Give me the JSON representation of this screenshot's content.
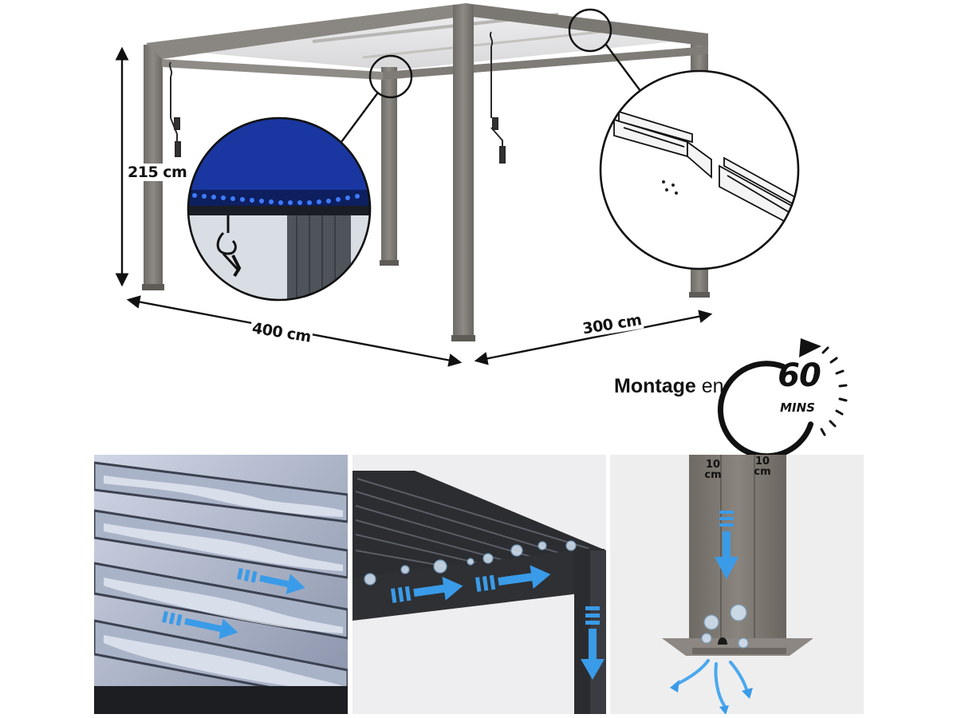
{
  "dimensions": {
    "height": "215 cm",
    "width": "400 cm",
    "depth": "300 cm"
  },
  "assembly": {
    "label_bold": "Montage",
    "label_rest": " en",
    "minutes": "60",
    "unit": "MINS"
  },
  "post_section": {
    "side_a_value": "10",
    "side_a_unit": "cm",
    "side_b_value": "10",
    "side_b_unit": "cm"
  },
  "colors": {
    "frame": "#7d7a75",
    "frame_dark": "#5e5b57",
    "frame_light": "#9a9792",
    "led": "#2f6bff",
    "water": "#3a9be8",
    "roof_dark": "#2b2d31",
    "ink": "#111111"
  },
  "icons": [
    "led-strip-icon",
    "hook-icon",
    "rail-joint-icon",
    "stopwatch-icon",
    "water-flow-arrow-icon",
    "water-drop-icon"
  ]
}
